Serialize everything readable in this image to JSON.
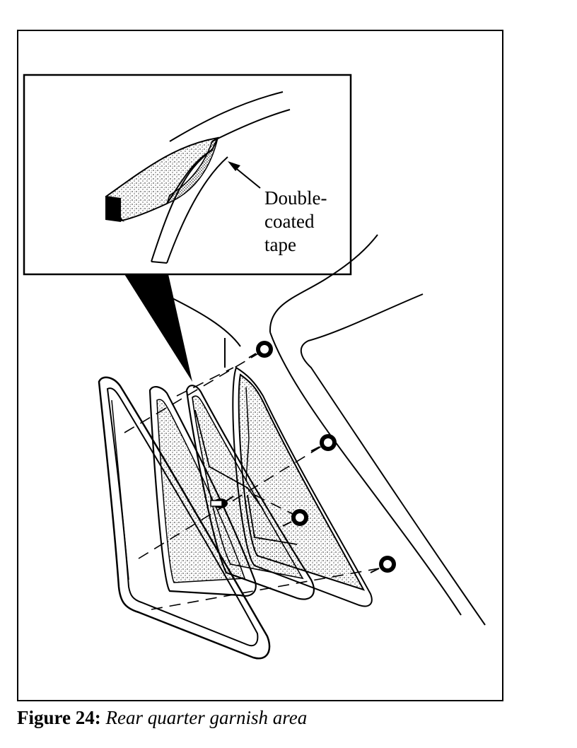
{
  "figure": {
    "number_label": "Figure 24:",
    "title": "Rear quarter garnish area"
  },
  "callouts": {
    "tape": {
      "line1": "Double-",
      "line2": "coated",
      "line3": "tape"
    }
  }
}
